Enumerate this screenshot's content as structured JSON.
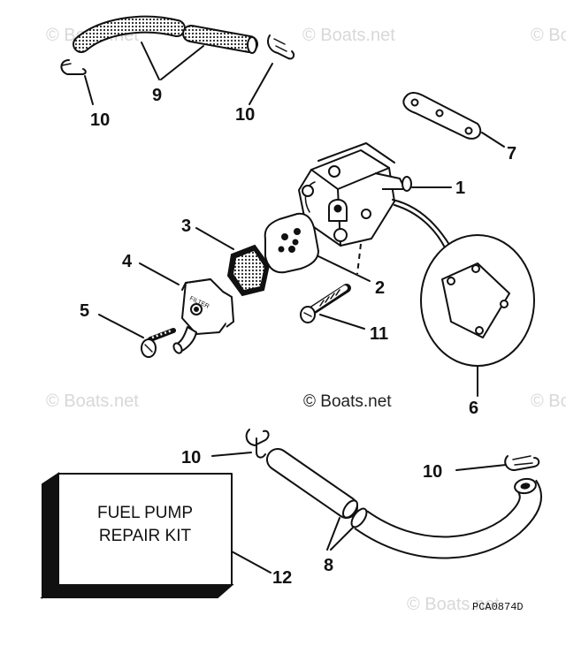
{
  "diagram": {
    "watermarks": [
      "© Boats.net",
      "© Boats.net",
      "© Boats.net",
      "© Boats.net",
      "© Boats.net",
      "© Boats.net"
    ],
    "watermark_main": "© Boats.net",
    "callouts": {
      "c1": "1",
      "c2": "2",
      "c3": "3",
      "c4": "4",
      "c5": "5",
      "c6": "6",
      "c7": "7",
      "c8": "8",
      "c9": "9",
      "c10a": "10",
      "c10b": "10",
      "c10c": "10",
      "c10d": "10",
      "c11": "11",
      "c12": "12"
    },
    "kit_label_line1": "FUEL PUMP",
    "kit_label_line2": "REPAIR KIT",
    "filter_label": "FILTER",
    "part_code": "PCA0874D"
  }
}
